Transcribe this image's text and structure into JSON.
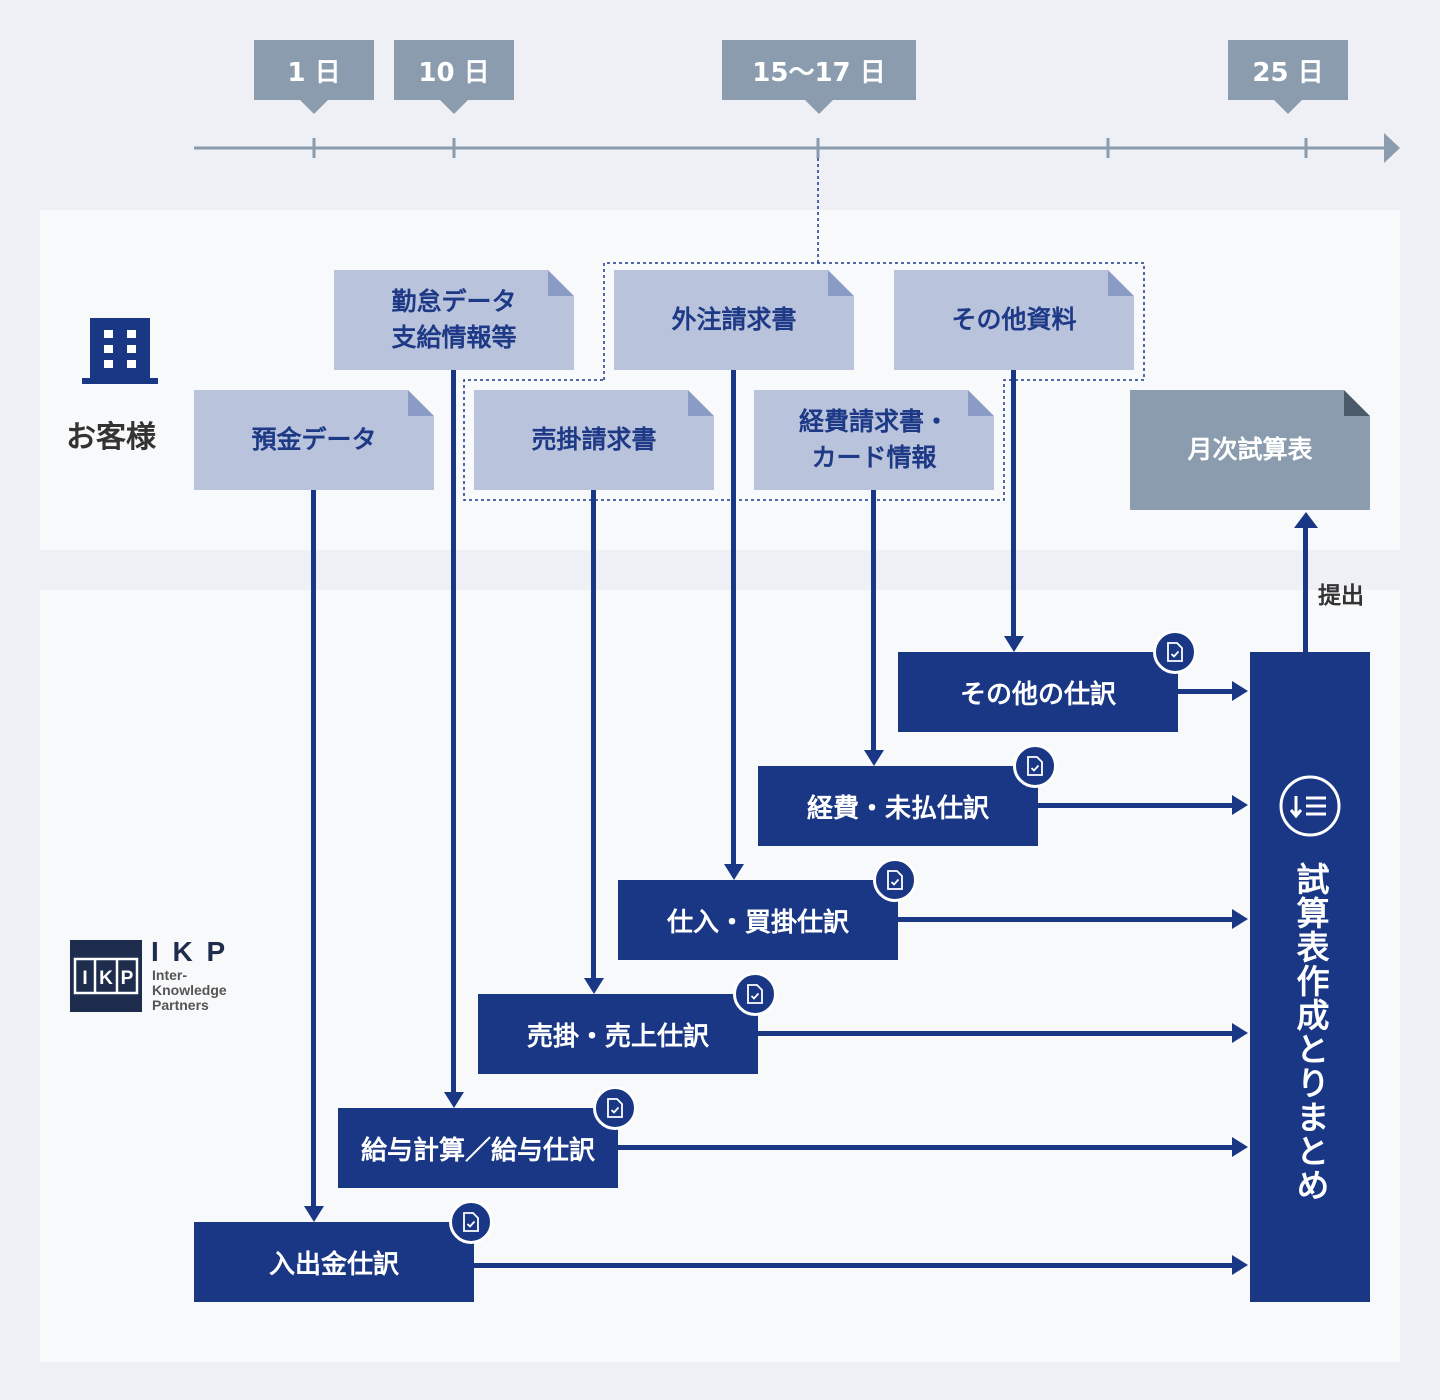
{
  "timeline": {
    "days": [
      {
        "id": "day-1",
        "label": "1 日"
      },
      {
        "id": "day-10",
        "label": "10 日"
      },
      {
        "id": "day-15-17",
        "label": "15〜17 日"
      },
      {
        "id": "day-25",
        "label": "25 日"
      }
    ]
  },
  "customer": {
    "label": "お客様",
    "icon": "building-icon",
    "documents": {
      "deposit": "預金データ",
      "attendance": "勤怠データ\n支給情報等",
      "sales_invoice": "売掛請求書",
      "outsourcing_invoice": "外注請求書",
      "expense_invoice": "経費請求書・\nカード情報",
      "other_materials": "その他資料",
      "monthly_trial_balance": "月次試算表"
    }
  },
  "company": {
    "logo_mark": "IKP",
    "logo_letters": "I K P",
    "name_lines": [
      "Inter-",
      "Knowledge",
      "Partners"
    ]
  },
  "journals": {
    "other": "その他の仕訳",
    "expense": "経費・未払仕訳",
    "purchase": "仕入・買掛仕訳",
    "sales": "売掛・売上仕訳",
    "payroll": "給与計算／給与仕訳",
    "cash": "入出金仕訳"
  },
  "summary": {
    "label": "試算表作成とりまとめ",
    "icon": "sort-list-icon"
  },
  "submit_label": "提出",
  "colors": {
    "navy": "#1a3786",
    "doc_blue": "#b9c3dc",
    "grey": "#8a9cae",
    "background": "#eef0f5",
    "panel": "#f8f9fb"
  }
}
